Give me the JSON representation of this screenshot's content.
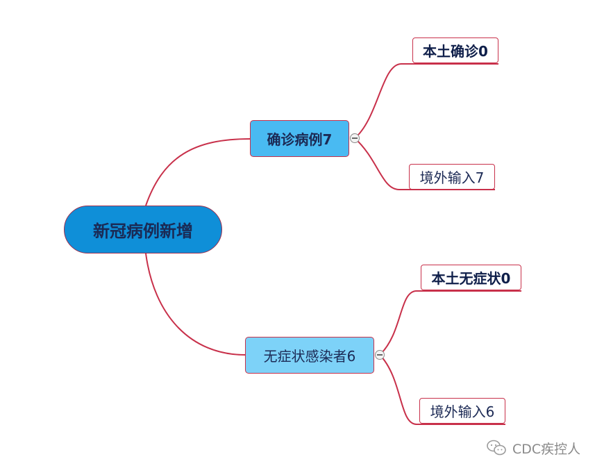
{
  "root": {
    "label": "新冠病例新增"
  },
  "branches": [
    {
      "label": "确诊病例7",
      "children": [
        {
          "label": "本土确诊0"
        },
        {
          "label": "境外输入7"
        }
      ]
    },
    {
      "label": "无症状感染者6",
      "children": [
        {
          "label": "本土无症状0"
        },
        {
          "label": "境外输入6"
        }
      ]
    }
  ],
  "watermark": {
    "label": "CDC疾控人"
  },
  "colors": {
    "root_fill": "#0f8fd8",
    "branch1_fill": "#49baf2",
    "branch2_fill": "#7dd2f8",
    "connector": "#c8304a"
  }
}
